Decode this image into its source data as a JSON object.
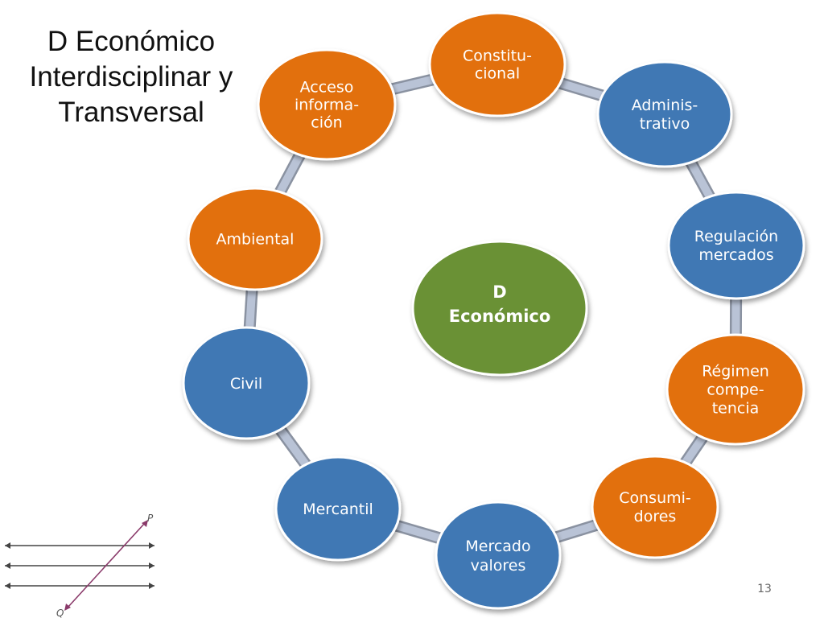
{
  "title": "D Económico\nInterdisciplinar y\nTransversal",
  "page_number": "13",
  "center": {
    "lines": [
      "D",
      "Económico"
    ],
    "color": "#6a9136"
  },
  "colors": {
    "blue": "#3f78b4",
    "orange": "#e2700e",
    "green": "#6a9136",
    "ring": "#b9c3d6"
  },
  "nodes": [
    {
      "id": "constitucional",
      "lines": [
        "Constitu-",
        "cional"
      ],
      "color": "orange"
    },
    {
      "id": "administrativo",
      "lines": [
        "Adminis-",
        "trativo"
      ],
      "color": "blue"
    },
    {
      "id": "regulacion-mercados",
      "lines": [
        "Regulación",
        "mercados"
      ],
      "color": "blue"
    },
    {
      "id": "regimen-competencia",
      "lines": [
        "Régimen",
        "compe-",
        "tencia"
      ],
      "color": "orange"
    },
    {
      "id": "consumidores",
      "lines": [
        "Consumi-",
        "dores"
      ],
      "color": "orange"
    },
    {
      "id": "mercado-valores",
      "lines": [
        "Mercado",
        "valores"
      ],
      "color": "blue"
    },
    {
      "id": "mercantil",
      "lines": [
        "Mercantil"
      ],
      "color": "blue"
    },
    {
      "id": "civil",
      "lines": [
        "Civil"
      ],
      "color": "blue"
    },
    {
      "id": "ambiental",
      "lines": [
        "Ambiental"
      ],
      "color": "orange"
    },
    {
      "id": "acceso-informacion",
      "lines": [
        "Acceso",
        "informa-",
        "ción"
      ],
      "color": "orange"
    }
  ],
  "transversal_figure": {
    "labels": [
      "P",
      "Q"
    ]
  }
}
